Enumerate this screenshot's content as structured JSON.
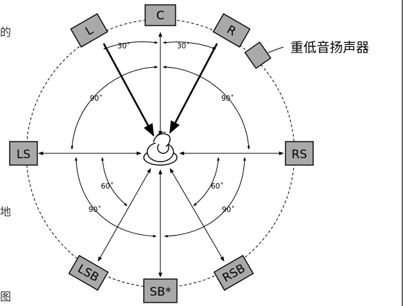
{
  "speakers": {
    "center": "C",
    "left": "L",
    "right": "R",
    "left_surround": "LS",
    "right_surround": "RS",
    "left_surround_back": "LSB",
    "right_surround_back": "RSB",
    "surround_back": "SB*"
  },
  "subwoofer_label": "重低音扬声器",
  "angles": {
    "front_left": "30˚",
    "front_right": "30˚",
    "side_left": "90˚",
    "side_right": "90˚",
    "back_left_inner": "60˚",
    "back_right_inner": "60˚",
    "back_left_outer": "90˚",
    "back_right_outer": "90˚"
  },
  "edge_text": {
    "top_left": "的",
    "mid_left": "地",
    "bottom_left": "图"
  }
}
